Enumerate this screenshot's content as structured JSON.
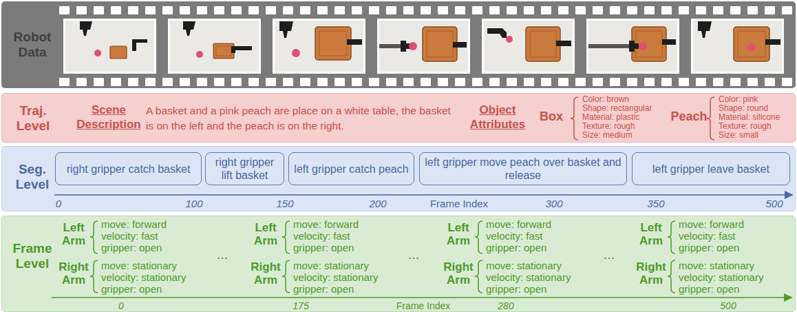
{
  "diagram": {
    "nodes": [
      {
        "text": [
          "Robot Data"
        ]
      },
      {
        "text": [
          "Traj. Level"
        ]
      },
      {
        "text": [
          "Seg. Level"
        ]
      },
      {
        "text": [
          "right gripper catch basket"
        ],
        "in": 2
      },
      {
        "text": [
          "right gripper lift basket"
        ],
        "in": 2
      },
      {
        "text": [
          "left gripper catch peach"
        ],
        "in": 2
      },
      {
        "text": [
          "left gripper move peach over basket and release"
        ],
        "in": 2
      },
      {
        "text": [
          "left gripper leave basket"
        ],
        "in": 2
      },
      {
        "text": [
          "Frame Level"
        ]
      }
    ],
    "labels": [
      "Scene Description",
      "A basket and a pink peach are place on a white table, the basket is on the left and the peach is on the right.",
      "Object Attributes",
      "Box",
      "Color: brown",
      "Shape: rectangular",
      "Material: plastic",
      "Texture: rough",
      "Size: medium",
      "Peach",
      "Color: pink",
      "Shape: round",
      "Material: silicone",
      "Texture: rough",
      "Size: small",
      "0",
      "100",
      "150",
      "200",
      "Frame Index",
      "300",
      "350",
      "500",
      "Left Arm",
      "move: forward",
      "velocity: fast",
      "gripper: open",
      "Right Arm",
      "move: stationary",
      "velocity: stationary",
      "gripper: open",
      "Left Arm",
      "move: forward",
      "velocity: fast",
      "gripper: open",
      "Right Arm",
      "move: stationary",
      "velocity: stationary",
      "gripper: open",
      "Left Arm",
      "move: forward",
      "velocity: fast",
      "gripper: open",
      "Right Arm",
      "move: stationary",
      "velocity: stationary",
      "gripper: open",
      "Left Arm",
      "move: forward",
      "velocity: fast",
      "gripper: open",
      "Right Arm",
      "move: stationary",
      "velocity: stationary",
      "gripper: open",
      "...",
      "...",
      "...",
      "0",
      "175",
      "Frame Index",
      "280",
      "500"
    ]
  }
}
